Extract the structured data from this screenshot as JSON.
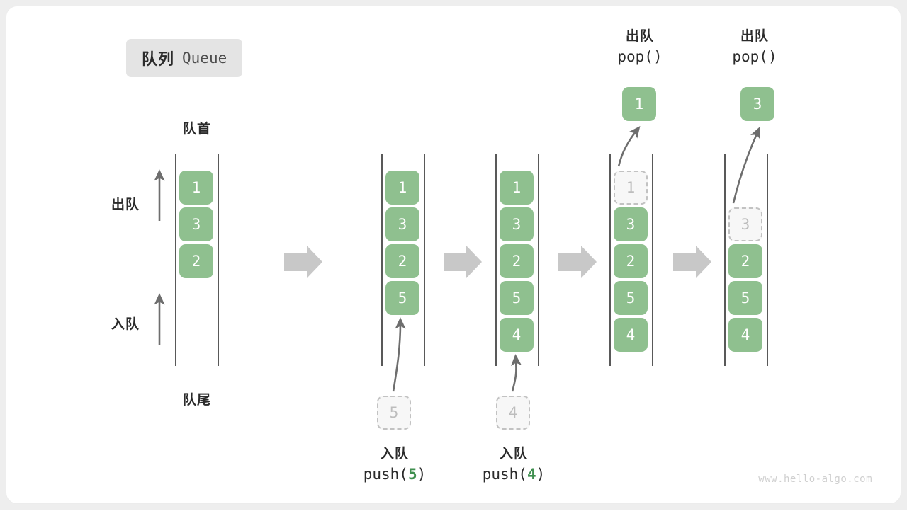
{
  "title": {
    "cn": "队列",
    "en": "Queue"
  },
  "labels": {
    "head": "队首",
    "tail": "队尾",
    "dequeue": "出队",
    "enqueue": "入队"
  },
  "watermark": "www.hello-algo.com",
  "colors": {
    "element": "#8fc08f",
    "ghost_fill": "#f7f7f7",
    "ghost_border": "#c2c2c2",
    "rail": "#595959",
    "arrow": "#6e6e6e",
    "step_arrow": "#c8c8c8",
    "accent_code": "#3f8f4f",
    "badge_bg": "#e4e4e4",
    "text": "#2b2b2b"
  },
  "columns": [
    {
      "name": "initial-queue",
      "items": [
        "1",
        "3",
        "2"
      ],
      "ghost": null,
      "operation": null,
      "popped": null
    },
    {
      "name": "after-push-5",
      "items": [
        "1",
        "3",
        "2",
        "5"
      ],
      "ghost": {
        "value": "5",
        "position": "below"
      },
      "operation": {
        "cn": "入队",
        "code_prefix": "push(",
        "code_arg": "5",
        "code_suffix": ")"
      },
      "popped": null
    },
    {
      "name": "after-push-4",
      "items": [
        "1",
        "3",
        "2",
        "5",
        "4"
      ],
      "ghost": {
        "value": "4",
        "position": "below"
      },
      "operation": {
        "cn": "入队",
        "code_prefix": "push(",
        "code_arg": "4",
        "code_suffix": ")"
      },
      "popped": null
    },
    {
      "name": "after-pop-1",
      "items": [
        "3",
        "2",
        "5",
        "4"
      ],
      "ghost": {
        "value": "1",
        "position": "head"
      },
      "operation": {
        "cn": "出队",
        "code_prefix": "pop(",
        "code_arg": "",
        "code_suffix": ")"
      },
      "popped": "1"
    },
    {
      "name": "after-pop-3",
      "items": [
        "2",
        "5",
        "4"
      ],
      "ghost": {
        "value": "3",
        "position": "head"
      },
      "operation": {
        "cn": "出队",
        "code_prefix": "pop(",
        "code_arg": "",
        "code_suffix": ")"
      },
      "popped": "3"
    }
  ],
  "step_arrows": 4
}
